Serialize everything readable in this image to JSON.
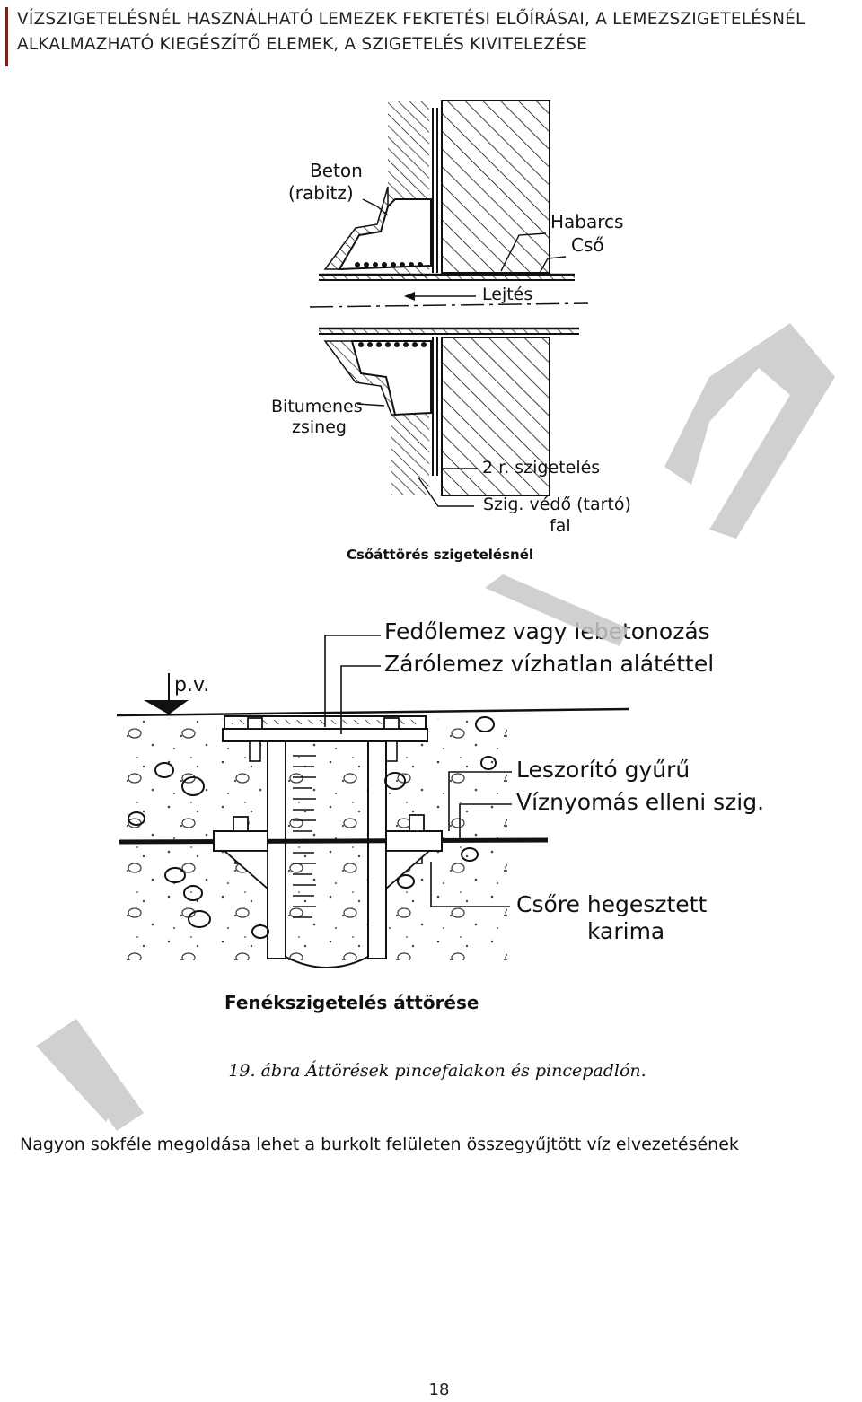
{
  "header": {
    "line1": "VÍZSZIGETELÉSNÉL HASZNÁLHATÓ LEMEZEK FEKTETÉSI ELŐÍRÁSAI, A LEMEZSZIGETELÉSNÉL",
    "line2": "ALKALMAZHATÓ KIEGÉSZÍTŐ ELEMEK, A SZIGETELÉS KIVITELEZÉSE"
  },
  "figure_top": {
    "label_beton": "Beton",
    "label_rabitz": "(rabitz)",
    "label_habarcs": "Habarcs",
    "label_cso": "Cső",
    "label_lejtes": "Lejtés",
    "label_bitumenes": "Bitumenes",
    "label_zsineg": "zsineg",
    "label_szigeteles": "2 r. szigetelés",
    "label_szigvedo": "Szig. védő (tartó)",
    "label_fal": "fal",
    "caption": "Csőáttörés szigetelésnél"
  },
  "figure_bottom": {
    "label_pv": "p.v.",
    "label_fedolemez": "Fedőlemez vagy lebetonozás",
    "label_zarolemez": "Zárólemez vízhatlan alátéttel",
    "label_leszorito": "Leszorító gyűrű",
    "label_viznyomas": "Víznyomás elleni szig.",
    "label_csore": "Csőre hegesztett",
    "label_karima": "karima",
    "caption": "Fenékszigetelés áttörése"
  },
  "figure_caption": "19. ábra Áttörések pincefalakon és pincepadlón.",
  "body_text": "Nagyon sokféle megoldása lehet a burkolt felületen összegyűjtött víz elvezetésének",
  "page_number": "18",
  "colors": {
    "header_rule": "#8b1a1a",
    "watermark": "#c8c8c8"
  }
}
